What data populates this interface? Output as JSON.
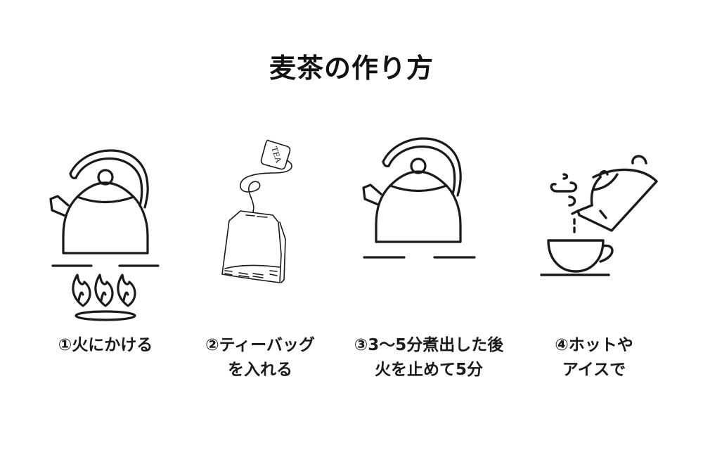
{
  "title": "麦茶の作り方",
  "colors": {
    "ink": "#1a1a1a",
    "background": "#ffffff"
  },
  "steps": [
    {
      "number": "①",
      "icon": "kettle-on-gas-burner-icon",
      "lines": [
        "①火にかける"
      ]
    },
    {
      "number": "②",
      "icon": "tea-bag-icon",
      "tag_text": "TEA",
      "lines": [
        "②ティーバッグ",
        "を入れる"
      ]
    },
    {
      "number": "③",
      "icon": "kettle-off-stove-icon",
      "lines": [
        "③3〜5分煮出した後",
        "火を止めて5分"
      ]
    },
    {
      "number": "④",
      "icon": "teapot-pouring-into-cup-icon",
      "lines": [
        "④ホットや",
        "アイスで"
      ]
    }
  ]
}
